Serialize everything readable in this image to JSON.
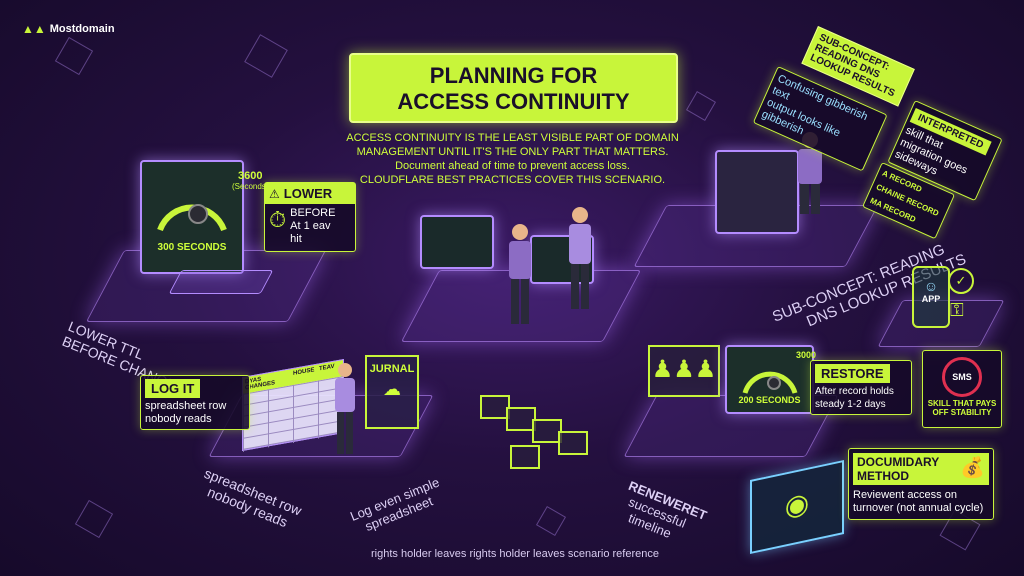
{
  "brand": {
    "name": "Mostdomain"
  },
  "title": {
    "line1": "PLANNING FOR",
    "line2": "ACCESS CONTINUITY"
  },
  "intro": {
    "line1": "ACCESS CONTINUITY IS THE LEAST VISIBLE PART OF DOMAIN",
    "line2": "MANAGEMENT UNTIL IT'S THE ONLY PART THAT MATTERS.",
    "line3": "Document ahead of time to prevent access loss.",
    "line4": "CLOUDFLARE BEST PRACTICES COVER THIS SCENARIO."
  },
  "lower_ttl": {
    "gauge_max": "3600",
    "gauge_max_unit": "(Seconds)",
    "gauge_value": "300 SECONDS",
    "badge_title": "LOWER",
    "badge_line1": "BEFORE",
    "badge_line2": "At 1 eav",
    "badge_line3": "hit",
    "floor_label_1": "LOWER TTL",
    "floor_label_2": "BEFORE CHANGES"
  },
  "sub_concept": {
    "tag_line1": "SUB-CONCEPT:",
    "tag_line2": "READING DNS",
    "tag_line3": "LOOKUP RESULTS",
    "note_line1": "Confusing gibberish text",
    "note_line2": "output looks like gibberish",
    "floor_line1": "SUB-CONCEPT: READING",
    "floor_line2": "DNS LOOKUP RESULTS"
  },
  "interpreted": {
    "tag": "INTERPRETED",
    "line1": "skill that",
    "line2": "migration goes",
    "line3": "sideways"
  },
  "records": [
    "A RECORD",
    "CHAINE RECORD",
    "MA RECORD"
  ],
  "log_it": {
    "tag": "LOG IT",
    "line1": "spreadsheet row",
    "line2": "nobody reads",
    "sheet_headers": [
      "DYAS CHANGES",
      "HOUSE",
      "TEAV"
    ],
    "journal": "JURNAL",
    "floor_label_1": "spreadsheet row",
    "floor_label_2": "nobody reads",
    "floor_label_3": "Log even simple",
    "floor_label_4": "spreadsheet"
  },
  "restore": {
    "tag": "RESTORE",
    "line1": "After record holds",
    "line2": "steady 1-2 days",
    "gauge_max": "3000",
    "gauge_value": "200 SECONDS"
  },
  "renew": {
    "line1": "RENEWERET",
    "line2": "successful",
    "line3": "timeline"
  },
  "auth": {
    "app_label": "APP",
    "sms_label": "SMS",
    "skill_line1": "SKILL THAT PAYS",
    "skill_line2": "OFF STABILITY"
  },
  "documentary": {
    "tag_line1": "DOCUMIDARY",
    "tag_line2": "METHOD",
    "line1": "Reviewent access on",
    "line2": "turnover (not annual cycle)"
  },
  "footer": {
    "text": "rights holder leaves rights holder leaves scenario reference"
  },
  "colors": {
    "accent": "#c8f53a",
    "bg": "#24103f",
    "glow": "#b48cff"
  }
}
